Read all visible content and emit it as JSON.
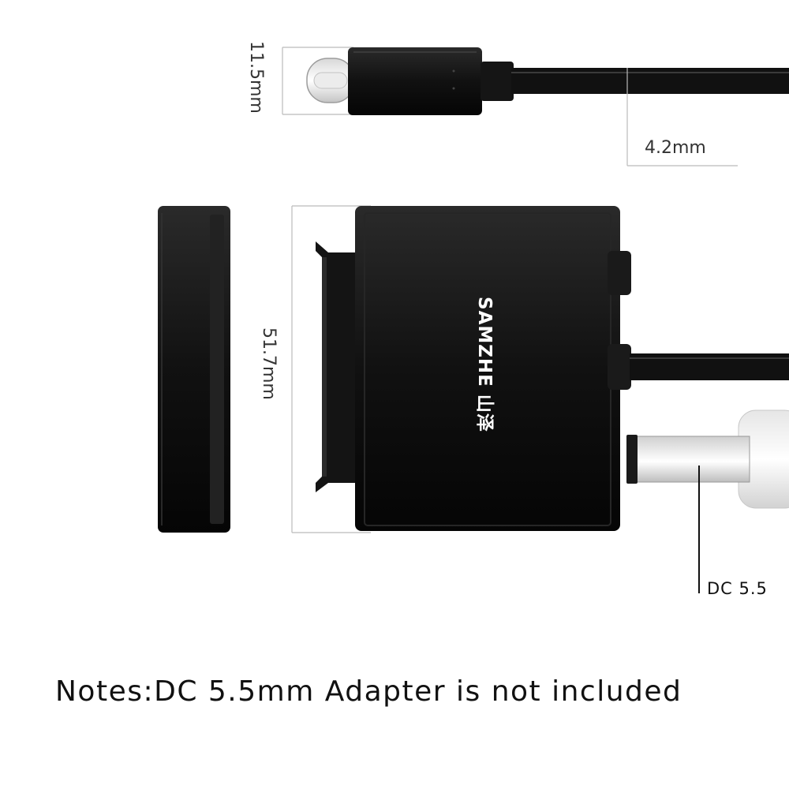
{
  "dimensions": {
    "plug_height": "11.5mm",
    "cable_diameter": "4.2mm",
    "adapter_height": "51.7mm"
  },
  "brand": {
    "logo_text": "SAMZHE 山泽"
  },
  "callouts": {
    "dc_label": "DC 5.5"
  },
  "notes": "Notes:DC 5.5mm Adapter is not included",
  "colors": {
    "device_body": "#0c0c0c",
    "dimension_line": "#bbbbbb",
    "label_text": "#111111"
  }
}
